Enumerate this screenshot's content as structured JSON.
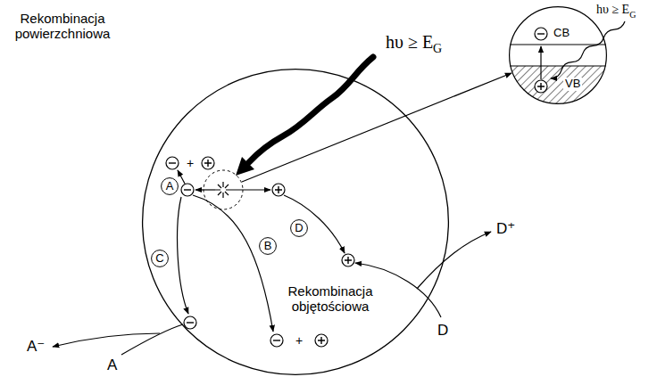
{
  "diagram": {
    "nodes": [
      {
        "text": [
          "Rekombinacja powierzchniowa",
          "Rekombinacja objętościowa"
        ]
      },
      {
        "text": [
          "A"
        ],
        "in": 0
      },
      {
        "text": [
          "B"
        ],
        "in": 0
      },
      {
        "text": [
          "C"
        ],
        "in": 0
      },
      {
        "text": [
          "D"
        ],
        "in": 0
      },
      {
        "text": [
          "CB",
          "VB"
        ]
      }
    ],
    "labels": [
      "hυ ≥ E",
      "G",
      "hυ ≥ E",
      "G",
      "+",
      "+",
      "A⁻",
      "A",
      "D⁺",
      "D"
    ]
  }
}
